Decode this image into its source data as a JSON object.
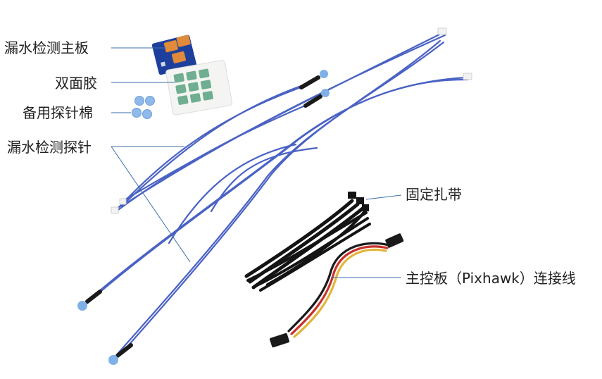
{
  "labels": {
    "board": "漏水检测主板",
    "tape": "双面胶",
    "cotton": "备用探针棉",
    "probe": "漏水检测探针",
    "ties": "固定扎带",
    "cable": "主控板（Pixhawk）连接线"
  },
  "colors": {
    "background": "#ffffff",
    "probe_wire": "#4a62c4",
    "probe_sleeve": "#1a1a1a",
    "probe_tip": "#7fb0e8",
    "leader_line": "#3a6fa8",
    "board_pcb": "#1e3f9c",
    "board_connector": "#e08a3a",
    "tape_green": "#6fae90",
    "cable_black": "#1a1a1a",
    "cable_red": "#c8322a",
    "cable_yellow": "#e3b43a",
    "zip_tie": "#141414"
  }
}
